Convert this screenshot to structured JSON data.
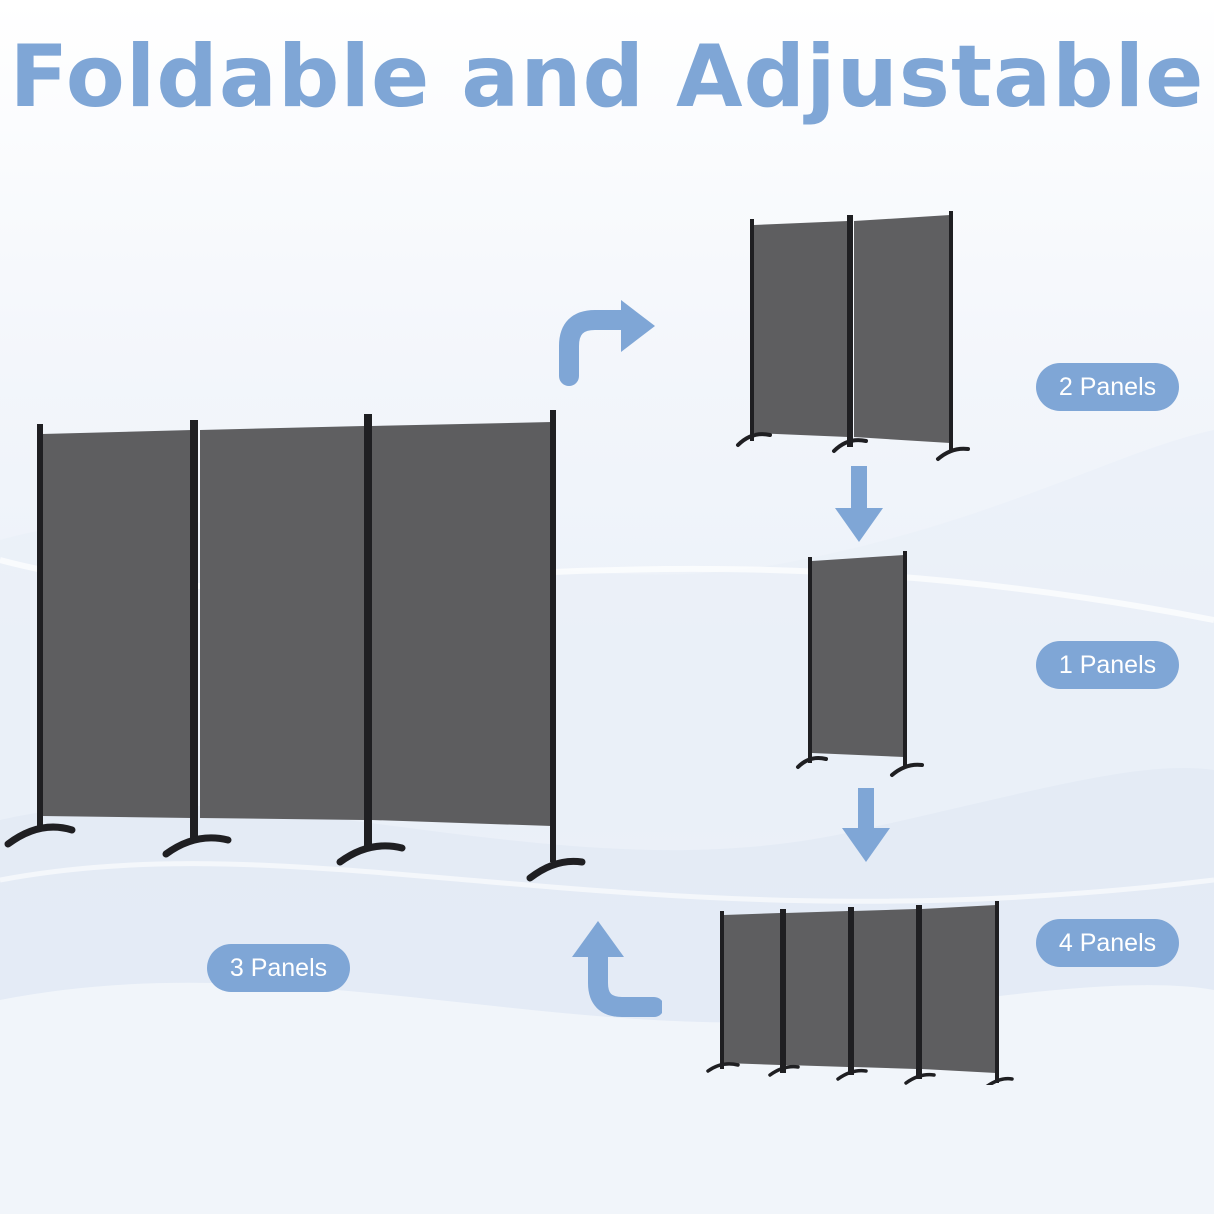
{
  "page": {
    "title": "Foldable and Adjustable"
  },
  "colors": {
    "accent": "#7fa6d6",
    "panel_fabric": "#5e5e60",
    "frame": "#1f1f22",
    "label_text": "#ffffff"
  },
  "configurations": [
    {
      "label": "3 Panels",
      "panels": 3
    },
    {
      "label": "2 Panels",
      "panels": 2
    },
    {
      "label": "1 Panels",
      "panels": 1
    },
    {
      "label": "4 Panels",
      "panels": 4
    }
  ],
  "icons": {
    "arrows": [
      "curved-arrow-right-icon",
      "arrow-down-icon",
      "arrow-down-icon",
      "curved-arrow-up-icon"
    ]
  }
}
